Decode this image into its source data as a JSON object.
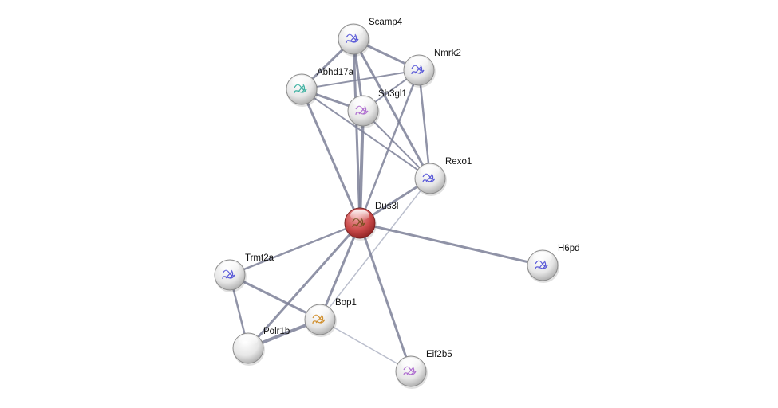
{
  "network": {
    "nodes": [
      {
        "id": "Scamp4",
        "label": "Scamp4",
        "color": "#e8e8e8",
        "icon": "#5a5ad8"
      },
      {
        "id": "Nmrk2",
        "label": "Nmrk2",
        "color": "#e8e8e8",
        "icon": "#5a5ad8"
      },
      {
        "id": "Abhd17a",
        "label": "Abhd17a",
        "color": "#e8e8e8",
        "icon": "#3cb0a0"
      },
      {
        "id": "Sh3gl1",
        "label": "Sh3gl1",
        "color": "#e8e8e8",
        "icon": "#b070d0"
      },
      {
        "id": "Rexo1",
        "label": "Rexo1",
        "color": "#e8e8e8",
        "icon": "#5a5ad8"
      },
      {
        "id": "Dus3l",
        "label": "Dus3l",
        "color": "#c84a4a",
        "icon": "#7a5020"
      },
      {
        "id": "H6pd",
        "label": "H6pd",
        "color": "#e8e8e8",
        "icon": "#5a5ad8"
      },
      {
        "id": "Trmt2a",
        "label": "Trmt2a",
        "color": "#e8e8e8",
        "icon": "#5a5ad8"
      },
      {
        "id": "Bop1",
        "label": "Bop1",
        "color": "#e8e8e8",
        "icon": "#d09030"
      },
      {
        "id": "Polr1b",
        "label": "Polr1b",
        "color": "#e8e8e8",
        "icon": ""
      },
      {
        "id": "Eif2b5",
        "label": "Eif2b5",
        "color": "#e8e8e8",
        "icon": "#b070d0"
      }
    ],
    "edges": [
      {
        "s": "Scamp4",
        "t": "Nmrk2",
        "w": 3
      },
      {
        "s": "Scamp4",
        "t": "Abhd17a",
        "w": 3
      },
      {
        "s": "Scamp4",
        "t": "Sh3gl1",
        "w": 3
      },
      {
        "s": "Scamp4",
        "t": "Rexo1",
        "w": 3
      },
      {
        "s": "Scamp4",
        "t": "Dus3l",
        "w": 3
      },
      {
        "s": "Nmrk2",
        "t": "Abhd17a",
        "w": 2
      },
      {
        "s": "Nmrk2",
        "t": "Sh3gl1",
        "w": 2
      },
      {
        "s": "Nmrk2",
        "t": "Rexo1",
        "w": 2.5
      },
      {
        "s": "Nmrk2",
        "t": "Dus3l",
        "w": 2.5
      },
      {
        "s": "Abhd17a",
        "t": "Sh3gl1",
        "w": 3
      },
      {
        "s": "Abhd17a",
        "t": "Rexo1",
        "w": 2
      },
      {
        "s": "Abhd17a",
        "t": "Dus3l",
        "w": 3
      },
      {
        "s": "Sh3gl1",
        "t": "Rexo1",
        "w": 2
      },
      {
        "s": "Sh3gl1",
        "t": "Dus3l",
        "w": 4
      },
      {
        "s": "Rexo1",
        "t": "Dus3l",
        "w": 3
      },
      {
        "s": "Rexo1",
        "t": "Bop1",
        "w": 1.5
      },
      {
        "s": "Dus3l",
        "t": "H6pd",
        "w": 3
      },
      {
        "s": "Dus3l",
        "t": "Trmt2a",
        "w": 2.5
      },
      {
        "s": "Dus3l",
        "t": "Bop1",
        "w": 3
      },
      {
        "s": "Dus3l",
        "t": "Polr1b",
        "w": 3
      },
      {
        "s": "Dus3l",
        "t": "Eif2b5",
        "w": 3
      },
      {
        "s": "Trmt2a",
        "t": "Bop1",
        "w": 3
      },
      {
        "s": "Trmt2a",
        "t": "Polr1b",
        "w": 2.5
      },
      {
        "s": "Bop1",
        "t": "Polr1b",
        "w": 4
      },
      {
        "s": "Bop1",
        "t": "Eif2b5",
        "w": 1.5
      }
    ]
  }
}
